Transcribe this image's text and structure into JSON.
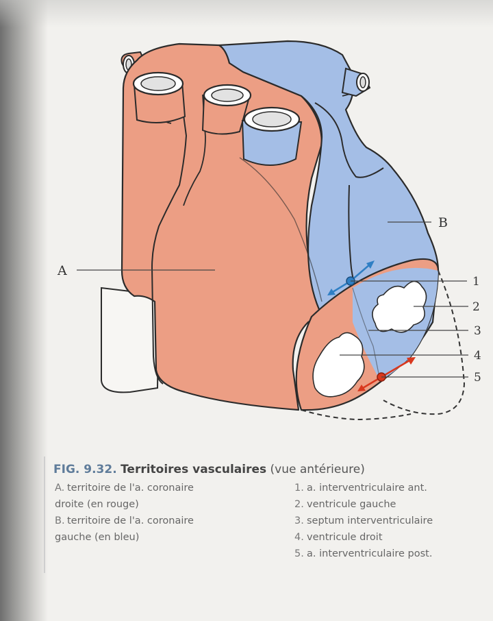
{
  "figure": {
    "labels": {
      "A": "A",
      "B": "B",
      "n1": "1",
      "n2": "2",
      "n3": "3",
      "n4": "4",
      "n5": "5"
    },
    "colors": {
      "right_coronary_territory": "#ec9e84",
      "left_coronary_territory": "#a4bee6",
      "outline": "#2b2b2b",
      "anterior_artery_marker": "#2f7fc4",
      "posterior_artery_marker": "#d9381e"
    }
  },
  "caption": {
    "fig_number": "FIG. 9.32.",
    "title": "Territoires vasculaires",
    "subtitle": "(vue antérieure)"
  },
  "legend_left": [
    {
      "key": "A.",
      "line1": "territoire de l'a. coronaire",
      "line2": "droite (en rouge)"
    },
    {
      "key": "B.",
      "line1": "territoire de l'a. coronaire",
      "line2": "gauche (en bleu)"
    }
  ],
  "legend_right": [
    {
      "key": "1.",
      "text": "a. interventriculaire ant."
    },
    {
      "key": "2.",
      "text": "ventricule gauche"
    },
    {
      "key": "3.",
      "text": "septum interventriculaire"
    },
    {
      "key": "4.",
      "text": "ventricule droit"
    },
    {
      "key": "5.",
      "text": "a. interventriculaire post."
    }
  ]
}
